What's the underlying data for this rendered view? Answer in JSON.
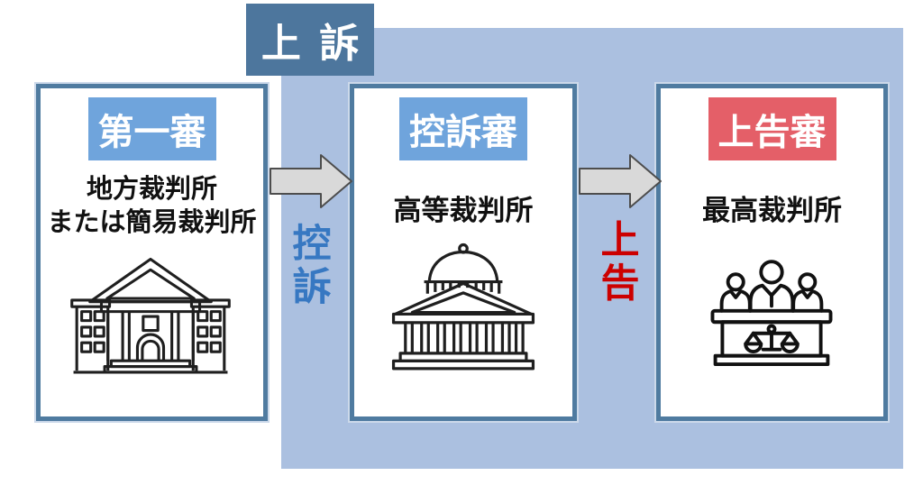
{
  "title": {
    "label": "上 訴"
  },
  "stages": [
    {
      "name": "第一審",
      "court_lines": [
        "地方裁判所",
        "または簡易裁判所"
      ],
      "icon": "courthouse-icon"
    },
    {
      "name": "控訴審",
      "court_lines": [
        "高等裁判所"
      ],
      "icon": "dome-courthouse-icon"
    },
    {
      "name": "上告審",
      "court_lines": [
        "最高裁判所"
      ],
      "icon": "judges-bench-icon"
    }
  ],
  "transitions": [
    {
      "label": "控訴"
    },
    {
      "label": "上告"
    }
  ],
  "colors": {
    "bg_rect": "#abc0e0",
    "title_box": "#4d769d",
    "box_border": "#4f7ba0",
    "chip_blue": "#6fa4dc",
    "chip_red": "#e45f68",
    "koso_text": "#3778c2",
    "jokoku_text": "#cc0000",
    "arrow_fill": "#d9d9d9",
    "arrow_stroke": "#4d4d4d"
  }
}
